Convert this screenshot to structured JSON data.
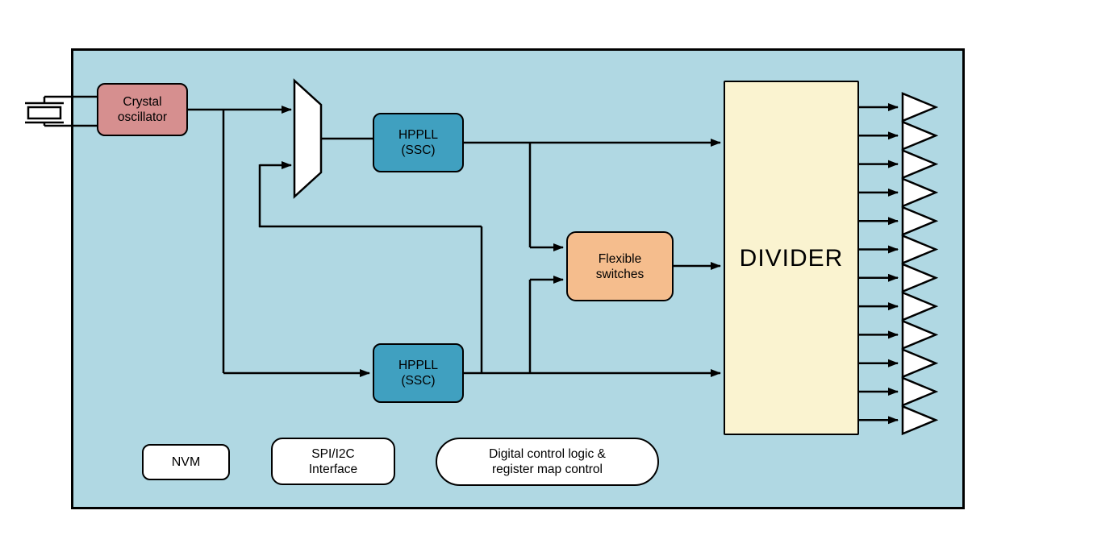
{
  "colors": {
    "chip_background": "#B0D8E3",
    "crystal_oscillator": "#D68F8F",
    "hppll": "#40A0C0",
    "flexible_switches": "#F5BD8D",
    "divider": "#FAF3D0",
    "stroke": "#000000"
  },
  "blocks": {
    "crystal_oscillator": {
      "line1": "Crystal",
      "line2": "oscillator"
    },
    "hppll_top": {
      "line1": "HPPLL",
      "line2": "(SSC)"
    },
    "hppll_bottom": {
      "line1": "HPPLL",
      "line2": "(SSC)"
    },
    "flexible_switches": {
      "line1": "Flexible",
      "line2": "switches"
    },
    "divider": {
      "label": "DIVIDER"
    },
    "nvm": {
      "label": "NVM"
    },
    "spi_i2c_interface": {
      "line1": "SPI/I2C",
      "line2": "Interface"
    },
    "digital_control": {
      "line1": "Digital control logic &",
      "line2": "register map control"
    }
  },
  "outputs": {
    "count": 12
  }
}
